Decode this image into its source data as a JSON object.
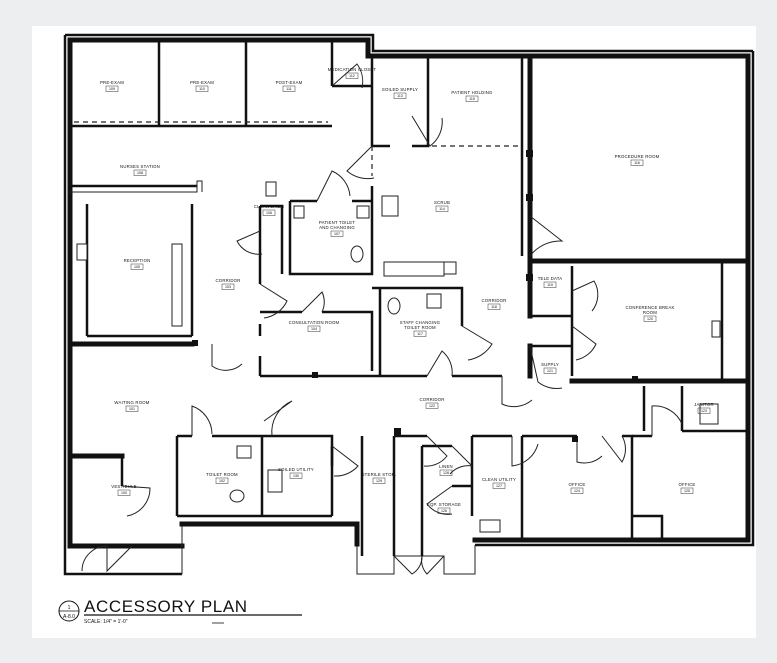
{
  "drawing": {
    "title": "ACCESSORY PLAN",
    "scale_note": "SCALE: 1/4\" = 1'-0\"",
    "tag_number": "1",
    "tag_sheet": "A-8.0"
  },
  "rooms": [
    {
      "key": "pre_exam_1",
      "name": "PRE-EXAM",
      "number": "109"
    },
    {
      "key": "pre_exam_2",
      "name": "PRE-EXAM",
      "number": "110"
    },
    {
      "key": "post_exam",
      "name": "POST-EXAM",
      "number": "111"
    },
    {
      "key": "med_closet",
      "name": "MEDICATION CLOSET",
      "number": "112"
    },
    {
      "key": "soiled_supply",
      "name": "SOILED SUPPLY",
      "number": "113"
    },
    {
      "key": "patient_holding",
      "name": "PATIENT HOLDING",
      "number": "115"
    },
    {
      "key": "procedure",
      "name": "PROCEDURE ROOM",
      "number": "116"
    },
    {
      "key": "nurses_station",
      "name": "NURSES STATION",
      "number": "108"
    },
    {
      "key": "clean_linen",
      "name": "CLEAN LINEN",
      "number": "106"
    },
    {
      "key": "patient_toilet",
      "name": "PATIENT TOILET AND CHANGING",
      "number": "107"
    },
    {
      "key": "scrub",
      "name": "SCRUB",
      "number": "114"
    },
    {
      "key": "reception",
      "name": "RECEPTION",
      "number": "105"
    },
    {
      "key": "corridor_1",
      "name": "CORRIDOR",
      "number": "103"
    },
    {
      "key": "consultation",
      "name": "CONSULTATION ROOM",
      "number": "104"
    },
    {
      "key": "staff_changing",
      "name": "STAFF CHANGING TOILET ROOM",
      "number": "117"
    },
    {
      "key": "corridor_2",
      "name": "CORRIDOR",
      "number": "118"
    },
    {
      "key": "tele_data",
      "name": "TELE DATA",
      "number": "119"
    },
    {
      "key": "conference",
      "name": "CONFERENCE BREAK ROOM",
      "number": "120"
    },
    {
      "key": "supply",
      "name": "SUPPLY",
      "number": "121"
    },
    {
      "key": "waiting",
      "name": "WAITING ROOM",
      "number": "101"
    },
    {
      "key": "corridor_3",
      "name": "CORRIDOR",
      "number": "122"
    },
    {
      "key": "janitor",
      "name": "JANITOR",
      "number": "123"
    },
    {
      "key": "toilet_room",
      "name": "TOILET ROOM",
      "number": "102"
    },
    {
      "key": "soiled_utility",
      "name": "SOILED UTILITY",
      "number": "130"
    },
    {
      "key": "sterile",
      "name": "STERILE STOR.",
      "number": "129"
    },
    {
      "key": "linen",
      "name": "LINEN",
      "number": "128"
    },
    {
      "key": "clean_utility",
      "name": "CLEAN UTILITY",
      "number": "127"
    },
    {
      "key": "office_1",
      "name": "OFFICE",
      "number": "124"
    },
    {
      "key": "office_2",
      "name": "OFFICE",
      "number": "125"
    },
    {
      "key": "vestibule",
      "name": "VESTIBULE",
      "number": "100"
    },
    {
      "key": "eqp_storage",
      "name": "EQP. STORAGE",
      "number": "126"
    }
  ]
}
